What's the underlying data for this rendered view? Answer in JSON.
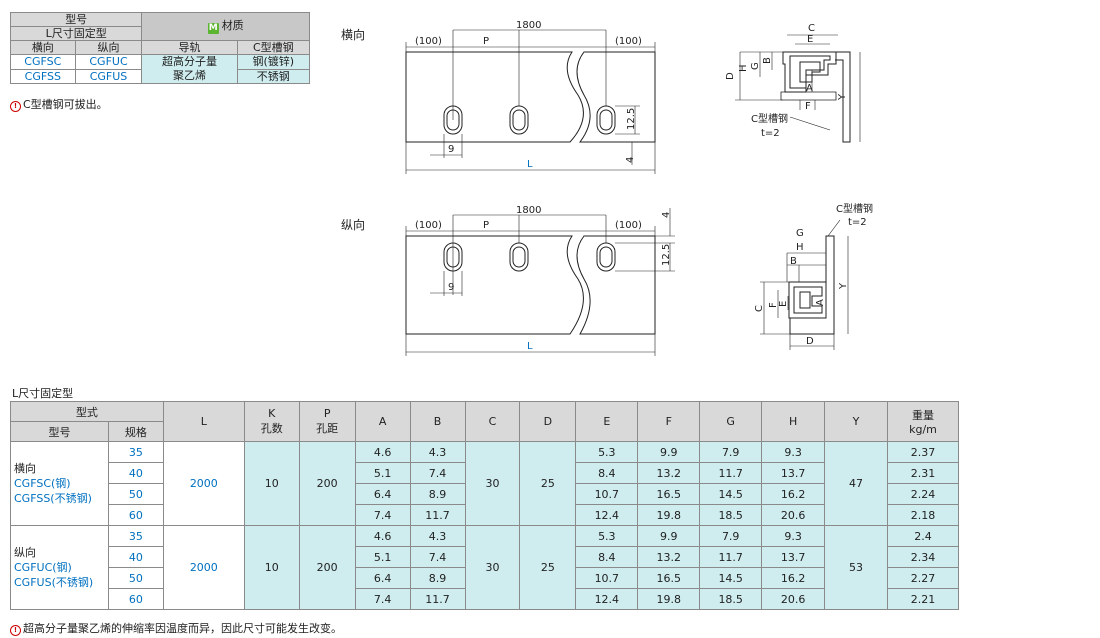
{
  "material_table": {
    "header_model": "型号",
    "header_type": "L尺寸固定型",
    "header_material_icon": "M",
    "header_material": "材质",
    "col_horizontal": "横向",
    "col_vertical": "纵向",
    "col_rail": "导轨",
    "col_channel": "C型槽钢",
    "rows": [
      {
        "h": "CGFSC",
        "v": "CGFUC",
        "rail": "超高分子量",
        "channel": "钢(镀锌)"
      },
      {
        "h": "CGFSS",
        "v": "CGFUS",
        "rail": "聚乙烯",
        "channel": "不锈钢"
      }
    ],
    "note": "C型槽钢可拔出。"
  },
  "drawing_top": {
    "label": "横向",
    "dim_100_left": "(100)",
    "dim_P": "P",
    "dim_1800": "1800",
    "dim_100_right": "(100)",
    "dim_12_5": "12.5",
    "dim_4": "4",
    "dim_9": "9",
    "dim_L": "L",
    "sec": {
      "C": "C",
      "E": "E",
      "B": "B",
      "G": "G",
      "H": "H",
      "D": "D",
      "A": "A",
      "F": "F",
      "Y": "Y",
      "channel": "C型槽钢",
      "t": "t=2"
    }
  },
  "drawing_bottom": {
    "label": "纵向",
    "dim_100_left": "(100)",
    "dim_P": "P",
    "dim_1800": "1800",
    "dim_100_right": "(100)",
    "dim_4": "4",
    "dim_12_5": "12.5",
    "dim_9": "9",
    "dim_L": "L",
    "sec": {
      "channel": "C型槽钢",
      "t": "t=2",
      "G": "G",
      "H": "H",
      "B": "B",
      "C": "C",
      "F": "F",
      "E": "E",
      "A": "A",
      "Y": "Y",
      "D": "D"
    }
  },
  "spec": {
    "title": "L尺寸固定型",
    "headers": {
      "form": "型式",
      "model": "型号",
      "size": "规格",
      "L": "L",
      "K": "K",
      "K_sub": "孔数",
      "P": "P",
      "P_sub": "孔距",
      "A": "A",
      "B": "B",
      "C": "C",
      "D": "D",
      "E": "E",
      "F": "F",
      "G": "G",
      "H": "H",
      "Y": "Y",
      "weight": "重量",
      "weight_unit": "kg/m"
    },
    "groups": [
      {
        "dir": "横向",
        "m1": "CGFSC(钢)",
        "m2": "CGFSS(不锈钢)",
        "L": "2000",
        "K": "10",
        "P": "200",
        "C": "30",
        "D": "25",
        "Y": "47",
        "rows": [
          {
            "size": "35",
            "A": "4.6",
            "B": "4.3",
            "E": "5.3",
            "F": "9.9",
            "G": "7.9",
            "H": "9.3",
            "W": "2.37"
          },
          {
            "size": "40",
            "A": "5.1",
            "B": "7.4",
            "E": "8.4",
            "F": "13.2",
            "G": "11.7",
            "H": "13.7",
            "W": "2.31"
          },
          {
            "size": "50",
            "A": "6.4",
            "B": "8.9",
            "E": "10.7",
            "F": "16.5",
            "G": "14.5",
            "H": "16.2",
            "W": "2.24"
          },
          {
            "size": "60",
            "A": "7.4",
            "B": "11.7",
            "E": "12.4",
            "F": "19.8",
            "G": "18.5",
            "H": "20.6",
            "W": "2.18"
          }
        ]
      },
      {
        "dir": "纵向",
        "m1": "CGFUC(钢)",
        "m2": "CGFUS(不锈钢)",
        "L": "2000",
        "K": "10",
        "P": "200",
        "C": "30",
        "D": "25",
        "Y": "53",
        "rows": [
          {
            "size": "35",
            "A": "4.6",
            "B": "4.3",
            "E": "5.3",
            "F": "9.9",
            "G": "7.9",
            "H": "9.3",
            "W": "2.4"
          },
          {
            "size": "40",
            "A": "5.1",
            "B": "7.4",
            "E": "8.4",
            "F": "13.2",
            "G": "11.7",
            "H": "13.7",
            "W": "2.34"
          },
          {
            "size": "50",
            "A": "6.4",
            "B": "8.9",
            "E": "10.7",
            "F": "16.5",
            "G": "14.5",
            "H": "16.2",
            "W": "2.27"
          },
          {
            "size": "60",
            "A": "7.4",
            "B": "11.7",
            "E": "12.4",
            "F": "19.8",
            "G": "18.5",
            "H": "20.6",
            "W": "2.21"
          }
        ]
      }
    ],
    "footnote": "超高分子量聚乙烯的伸缩率因温度而异，因此尺寸可能发生改变。"
  }
}
